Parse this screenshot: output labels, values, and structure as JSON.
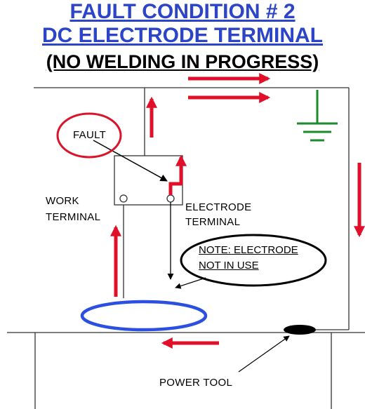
{
  "title": {
    "line1": "FAULT CONDITION # 2",
    "line2": "DC ELECTRODE TERMINAL",
    "line3": "(NO WELDING IN PROGRESS)"
  },
  "labels": {
    "fault": "FAULT",
    "work_terminal_1": "WORK",
    "work_terminal_2": "TERMINAL",
    "electrode_terminal_1": "ELECTRODE",
    "electrode_terminal_2": "TERMINAL",
    "note_1": "NOTE:  ELECTRODE",
    "note_2": "NOT IN USE",
    "power_tool": "POWER TOOL"
  },
  "colors": {
    "title_blue": "#2b44c8",
    "current_arrow_red": "#e0102a",
    "ground_green": "#1e8a2c",
    "work_clamp_blue": "#2b4fe0",
    "fault_ellipse_red": "#d9142b"
  }
}
